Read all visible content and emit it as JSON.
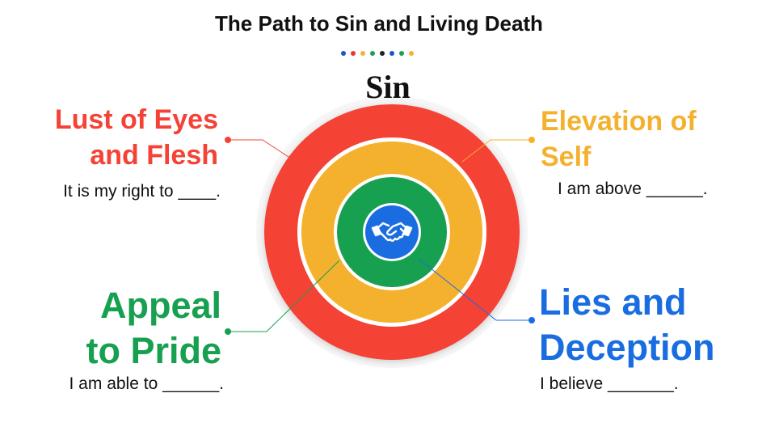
{
  "title": "The Path to Sin and Living Death",
  "center_label": "Sin",
  "decor_dot_colors": [
    "#1a56c9",
    "#e53935",
    "#f2b233",
    "#1aa053",
    "#222222",
    "#1a56c9",
    "#1aa053",
    "#f2b233"
  ],
  "center_icon": "handshake-icon",
  "rings": [
    {
      "name": "outer",
      "color": "#f44336"
    },
    {
      "name": "middle",
      "color": "#f4b12e"
    },
    {
      "name": "inner",
      "color": "#16a050"
    },
    {
      "name": "core",
      "color": "#1a6de0"
    }
  ],
  "items": {
    "lust": {
      "heading_line1": "Lust of Eyes",
      "heading_line2": "and Flesh",
      "subtext": "It is my right to ____.",
      "color": "#f44336"
    },
    "elevation": {
      "heading_line1": "Elevation of",
      "heading_line2": "Self",
      "subtext": "I am above ______.",
      "color": "#f4b12e"
    },
    "appeal": {
      "heading_line1": "Appeal",
      "heading_line2": "to Pride",
      "subtext": "I am able to ______.",
      "color": "#16a050"
    },
    "lies": {
      "heading_line1": "Lies and",
      "heading_line2": "Deception",
      "subtext": "I believe _______.",
      "color": "#1a6de0"
    }
  }
}
